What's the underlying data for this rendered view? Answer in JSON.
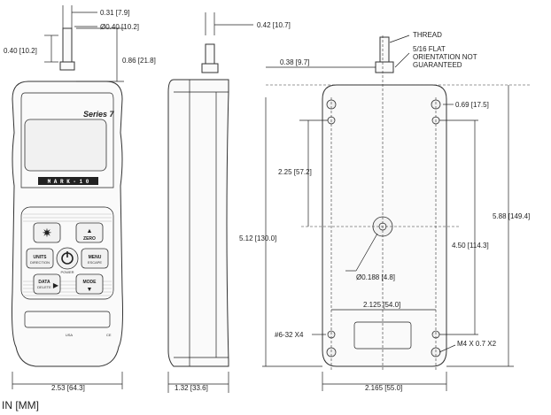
{
  "units_note": "IN [MM]",
  "front_view": {
    "brand": "Series 7",
    "mark_strip": "M A R K - 1 0",
    "keys": {
      "zero": "ZERO",
      "units": "UNITS",
      "units_sub": "DIRECTION",
      "menu": "MENU",
      "menu_sub": "ESCAPE",
      "data": "DATA",
      "data_sub": "DELETE",
      "mode": "MODE",
      "power_sub": "POWER"
    },
    "usa_mark": "USA",
    "ce_mark": "CE"
  },
  "dimensions": {
    "shaft_width": "0.31 [7.9]",
    "shaft_dia": "Ø0.40 [10.2]",
    "shaft_length": "0.40 [10.2]",
    "shaft_height": "0.86 [21.8]",
    "front_width": "2.53 [64.3]",
    "side_shaft": "0.42 [10.7]",
    "side_depth": "1.32 [33.6]",
    "rear_offset": "0.38 [9.7]",
    "rear_top_hole": "0.69 [17.5]",
    "rear_upper": "2.25 [57.2]",
    "rear_lower": "5.12 [130.0]",
    "rear_height": "5.88 [149.4]",
    "rear_hole_span": "4.50 [114.3]",
    "center_hole": "Ø0.188 [4.8]",
    "hole_spacing": "2.125 [54.0]",
    "rear_width": "2.165 [55.0]"
  },
  "notes": {
    "thread": "THREAD",
    "flat_1": "5/16 FLAT",
    "flat_2": "ORIENTATION NOT",
    "flat_3": "GUARANTEED",
    "screws": "#6-32 X4",
    "metric_screws": "M4 X 0.7 X2"
  }
}
